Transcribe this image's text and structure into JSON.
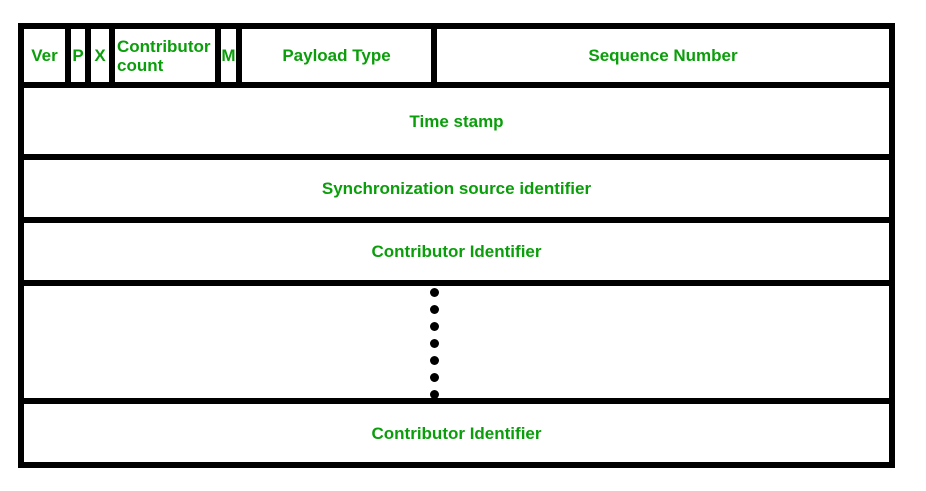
{
  "diagram": {
    "text_color": "#0a9e0a",
    "border_color": "#000000",
    "background_color": "#ffffff",
    "header": {
      "cells": [
        {
          "label": "Ver"
        },
        {
          "label": "P"
        },
        {
          "label": "X"
        },
        {
          "label": "Contributor count"
        },
        {
          "label": "M"
        },
        {
          "label": "Payload Type"
        },
        {
          "label": "Sequence Number"
        }
      ]
    },
    "rows": [
      {
        "label": "Time stamp"
      },
      {
        "label": "Synchronization source identifier"
      },
      {
        "label": "Contributor Identifier"
      },
      {
        "label": "",
        "type": "ellipsis"
      },
      {
        "label": "Contributor Identifier"
      }
    ],
    "ellipsis_dot_count": 7
  }
}
